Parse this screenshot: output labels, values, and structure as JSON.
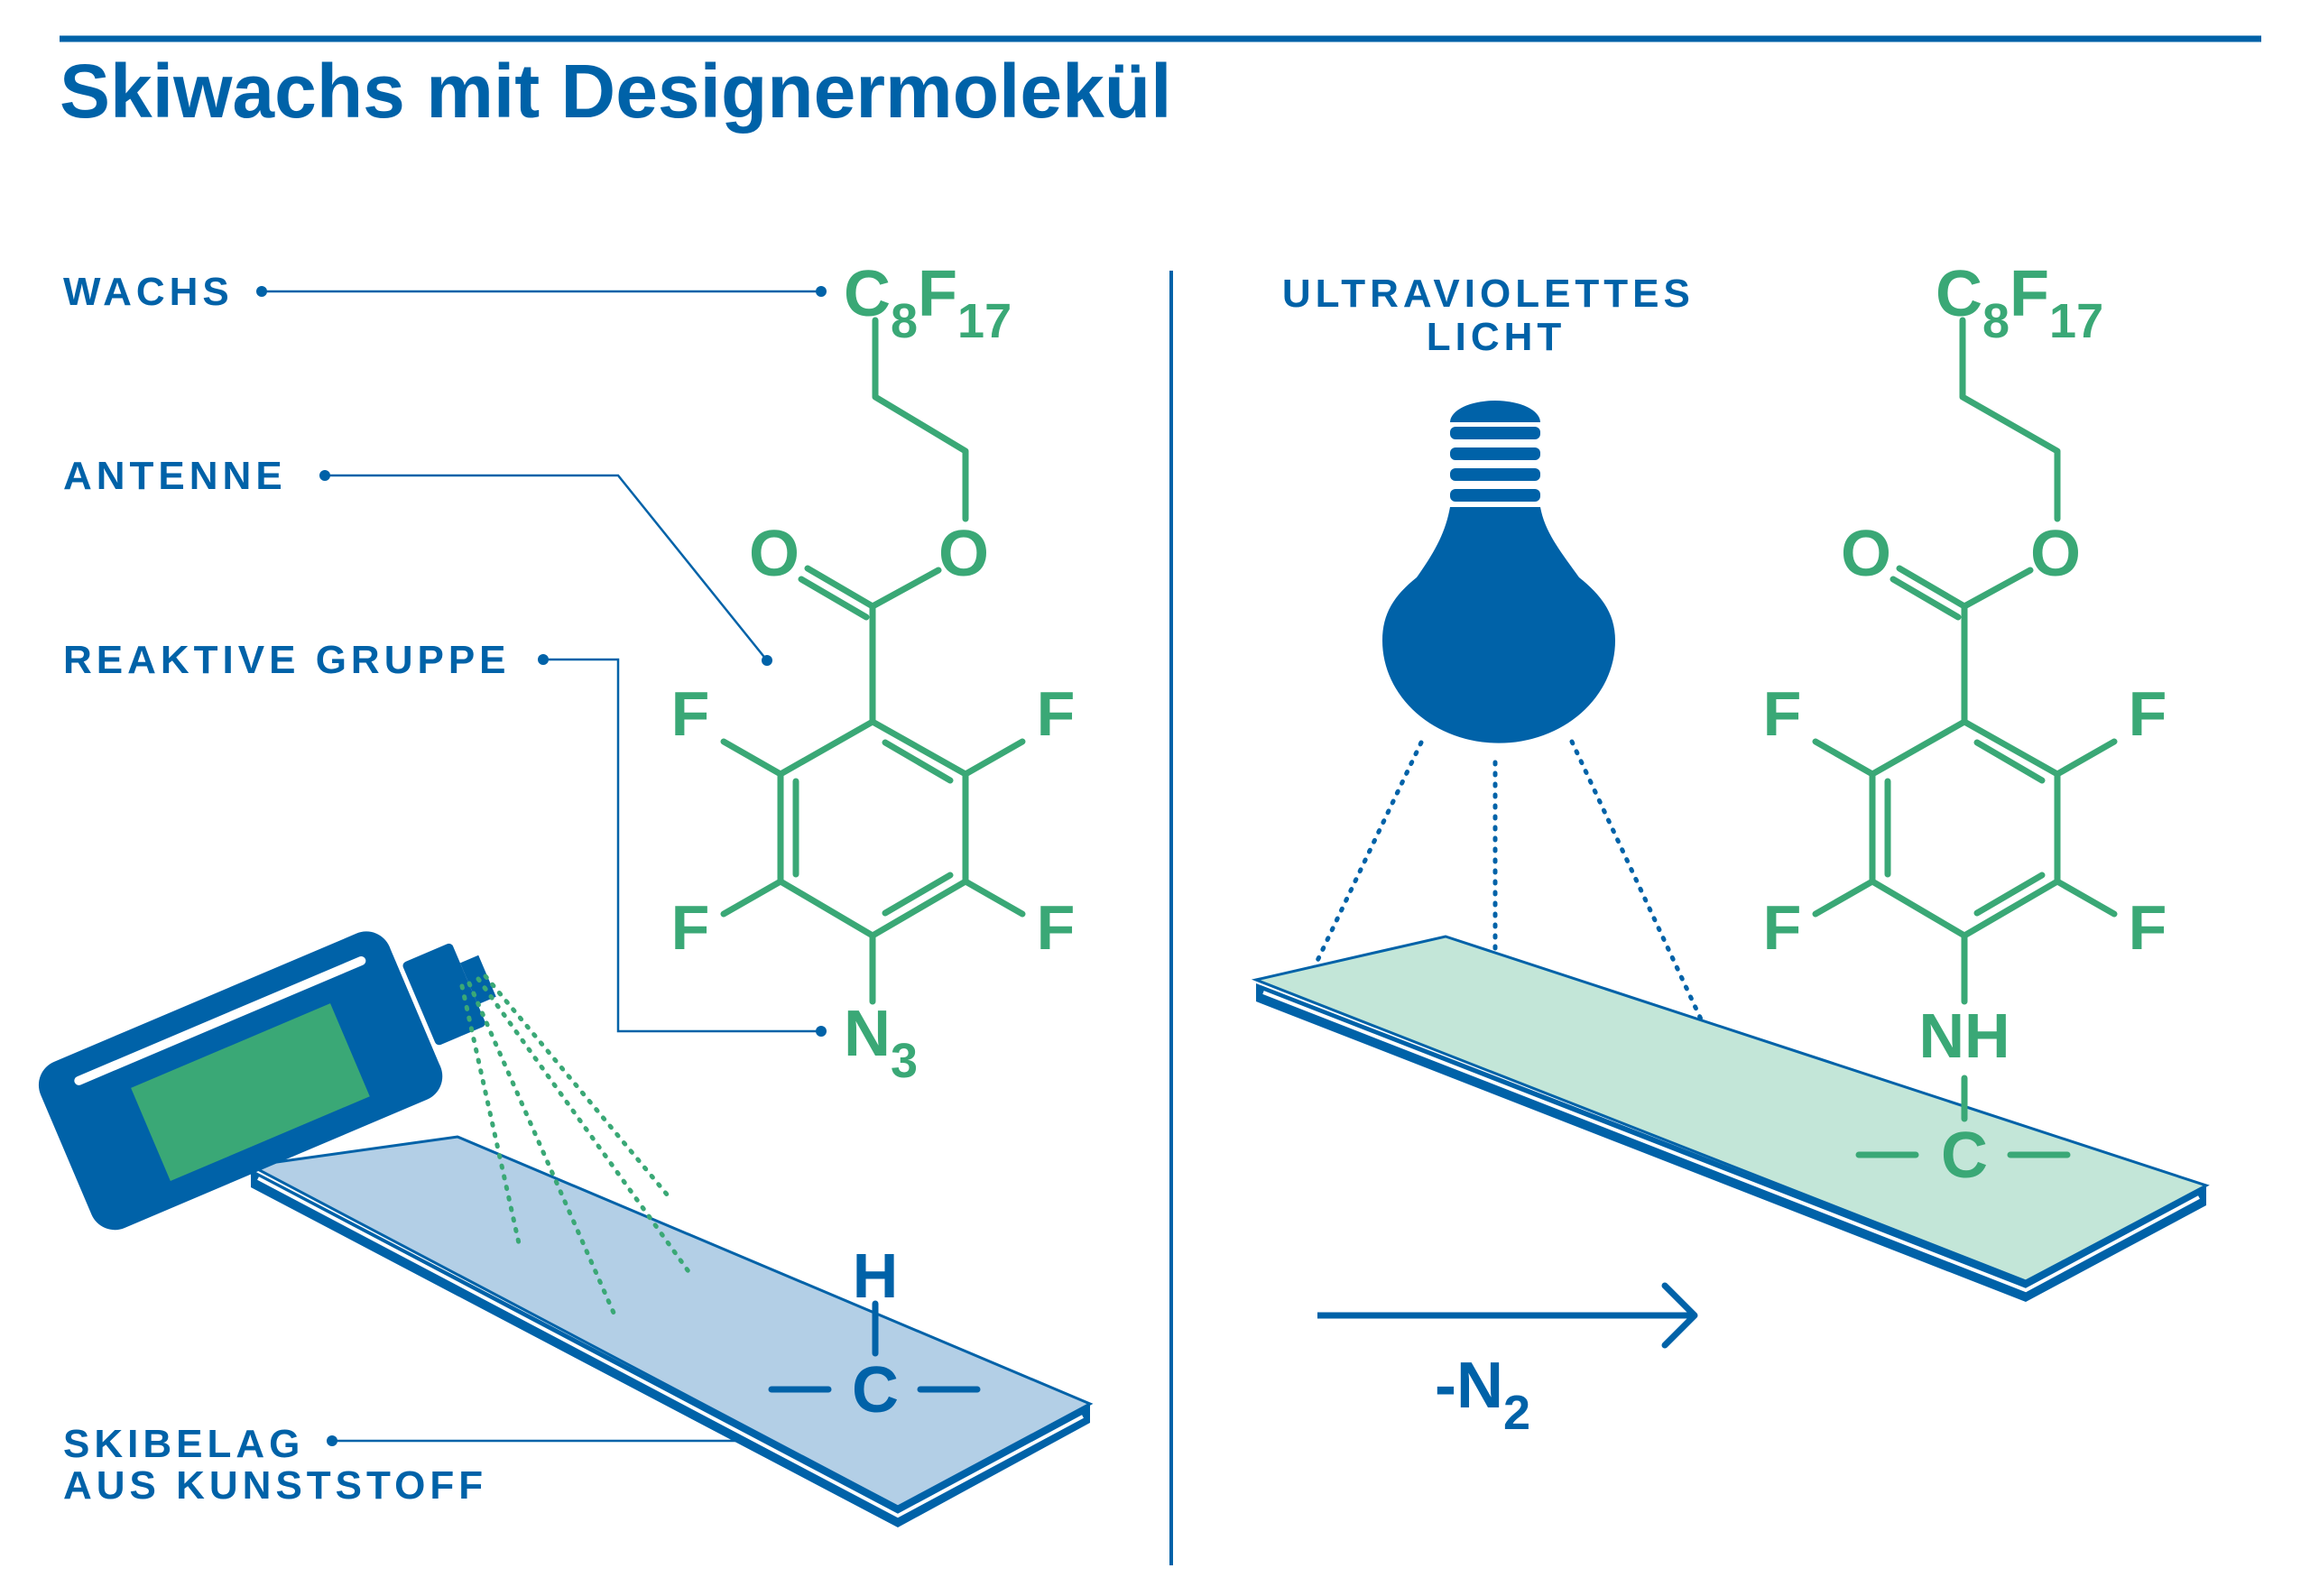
{
  "title": "Skiwachs mit Designermolekül",
  "labels": {
    "wachs": "WACHS",
    "antenne": "ANTENNE",
    "reaktive_gruppe": "REAKTIVE GRUPPE",
    "skibelag_line1": "SKIBELAG",
    "skibelag_line2": "AUS KUNSTSTOFF",
    "uv_line1": "ULTRAVIOLETTES",
    "uv_line2": "LICHT"
  },
  "molecule_left": {
    "chain_c": "C",
    "chain_c_sub": "8",
    "chain_f": "F",
    "chain_f_sub": "17",
    "o_carbonyl": "O",
    "o_ester": "O",
    "f_upper_left": "F",
    "f_upper_right": "F",
    "f_lower_left": "F",
    "f_lower_right": "F",
    "azide_n": "N",
    "azide_sub": "3"
  },
  "molecule_right": {
    "chain_c": "C",
    "chain_c_sub": "8",
    "chain_f": "F",
    "chain_f_sub": "17",
    "o_carbonyl": "O",
    "o_ester": "O",
    "f_upper_left": "F",
    "f_upper_right": "F",
    "f_lower_left": "F",
    "f_lower_right": "F",
    "nh": "NH",
    "surface_c": "C"
  },
  "surface_left": {
    "h": "H",
    "c": "C"
  },
  "reaction": {
    "arrow_label": "-N",
    "arrow_label_sub": "2"
  },
  "colors": {
    "blue": "#0062a8",
    "green": "#3aa876",
    "light_blue": "#b3cfe6",
    "light_green": "#c3e6d8",
    "white": "#ffffff"
  },
  "icons": {
    "spray_can": "spray-can-icon",
    "light_bulb": "light-bulb-icon",
    "reaction_arrow": "right-arrow-icon"
  }
}
